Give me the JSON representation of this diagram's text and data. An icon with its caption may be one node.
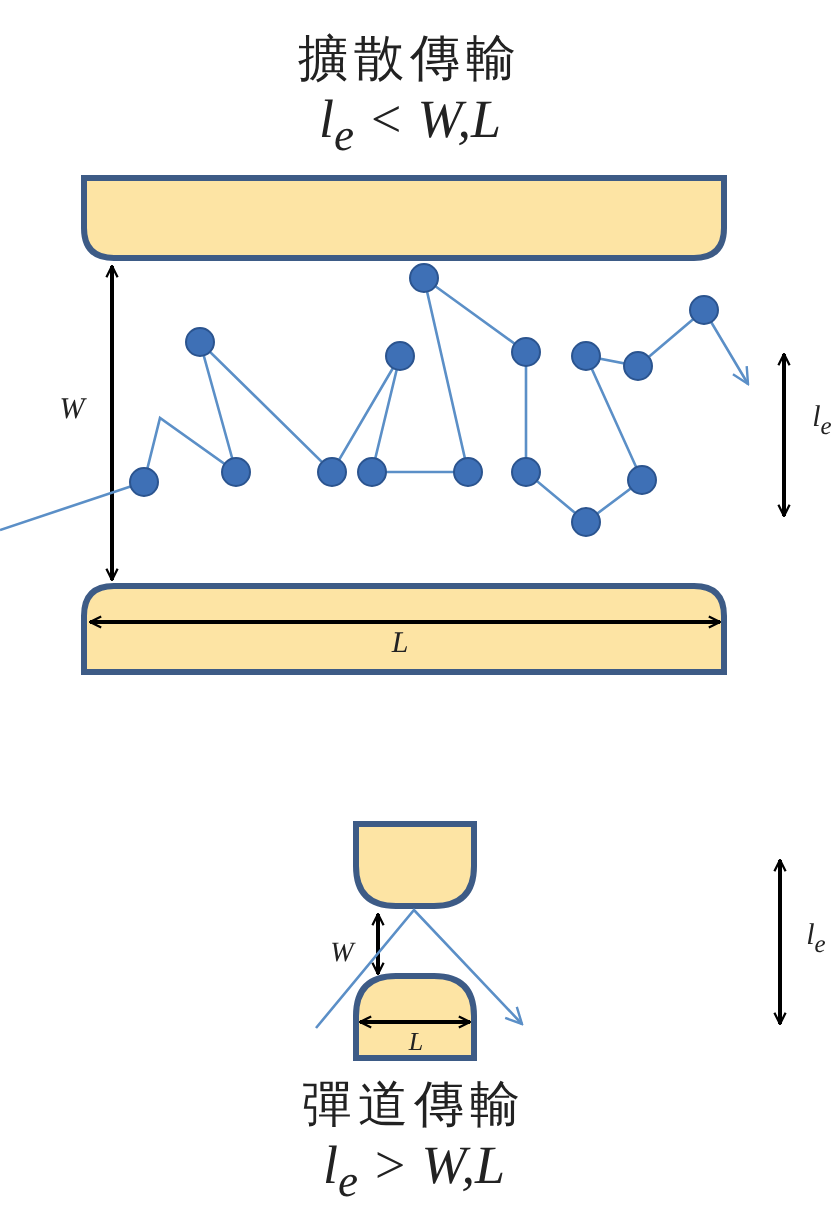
{
  "diagram": {
    "labels": [
      "擴散傳輸",
      "l$_{e}$ < W,L",
      "W",
      "l$_{e}$",
      "L",
      "W",
      "l$_{e}$",
      "L",
      "彈道傳輸",
      "l$_{e}$ > W,L"
    ]
  }
}
